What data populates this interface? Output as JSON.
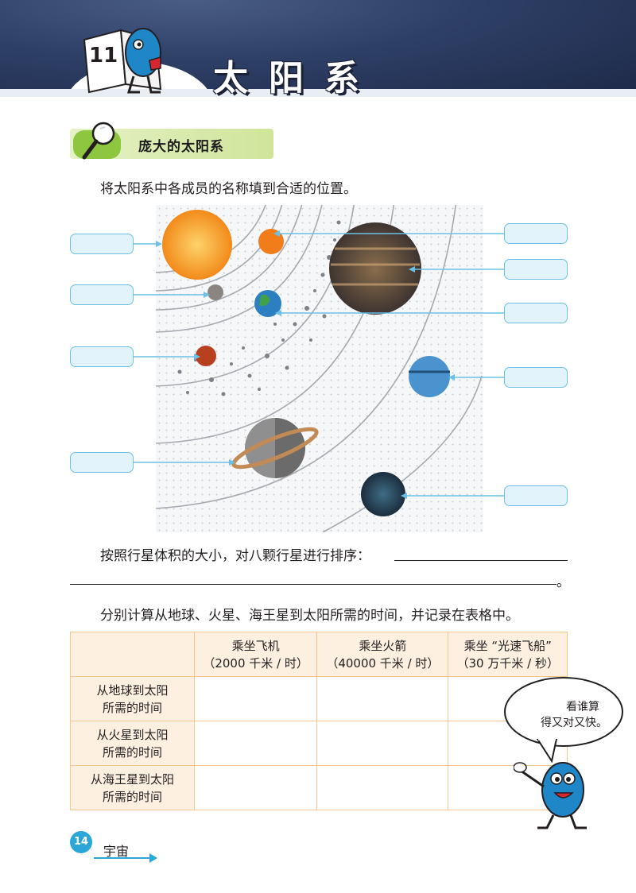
{
  "header": {
    "chapter_number": "11",
    "title": "太阳系"
  },
  "section": {
    "title": "庞大的太阳系"
  },
  "instructions": {
    "fill_names": "将太阳系中各成员的名称填到合适的位置。",
    "sort_by_volume": "按照行星体积的大小，对八颗行星进行排序：",
    "period": "。",
    "calculate_time": "分别计算从地球、火星、海王星到太阳所需的时间，并记录在表格中。"
  },
  "table": {
    "headers": [
      {
        "line1": "",
        "line2": ""
      },
      {
        "line1": "乘坐飞机",
        "line2": "（2000 千米 / 时）"
      },
      {
        "line1": "乘坐火箭",
        "line2": "（40000 千米 / 时）"
      },
      {
        "line1": "乘坐 “光速飞船”",
        "line2": "（30 万千米 / 秒）"
      }
    ],
    "rows": [
      {
        "line1": "从地球到太阳",
        "line2": "所需的时间"
      },
      {
        "line1": "从火星到太阳",
        "line2": "所需的时间"
      },
      {
        "line1": "从海王星到太阳",
        "line2": "所需的时间"
      }
    ]
  },
  "speech_bubble": {
    "line1": "看谁算",
    "line2": "得又对又快。"
  },
  "footer": {
    "page_number": "14",
    "label": "宇宙"
  },
  "icons": [
    "magnifier-icon",
    "mascot-character",
    "arrow-right-icon"
  ]
}
